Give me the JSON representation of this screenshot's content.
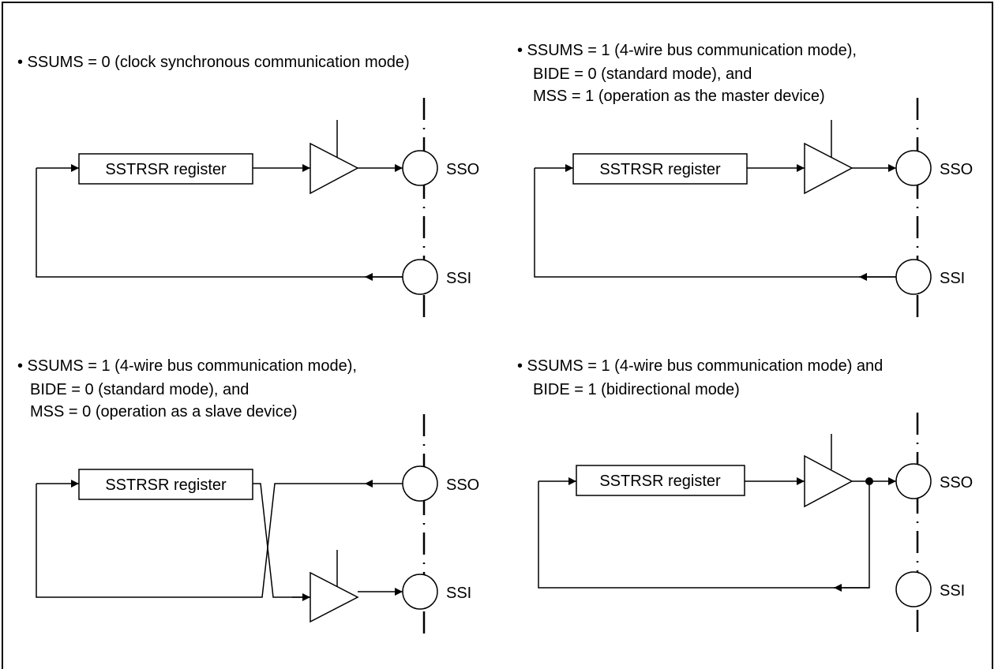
{
  "panels": [
    {
      "lines": [
        "• SSUMS = 0 (clock synchronous communication mode)"
      ],
      "register": "SSTRSR register",
      "pin_top": "SSO",
      "pin_bottom": "SSI"
    },
    {
      "lines": [
        "• SSUMS = 1 (4-wire bus communication mode),",
        "BIDE = 0 (standard mode), and",
        "MSS = 1 (operation as the master device)"
      ],
      "register": "SSTRSR register",
      "pin_top": "SSO",
      "pin_bottom": "SSI"
    },
    {
      "lines": [
        "• SSUMS = 1 (4-wire bus communication mode),",
        "BIDE = 0 (standard mode), and",
        "MSS = 0 (operation as a slave device)"
      ],
      "register": "SSTRSR register",
      "pin_top": "SSO",
      "pin_bottom": "SSI"
    },
    {
      "lines": [
        "• SSUMS = 1 (4-wire bus communication mode) and",
        "BIDE = 1 (bidirectional mode)"
      ],
      "register": "SSTRSR register",
      "pin_top": "SSO",
      "pin_bottom": "SSI"
    }
  ]
}
